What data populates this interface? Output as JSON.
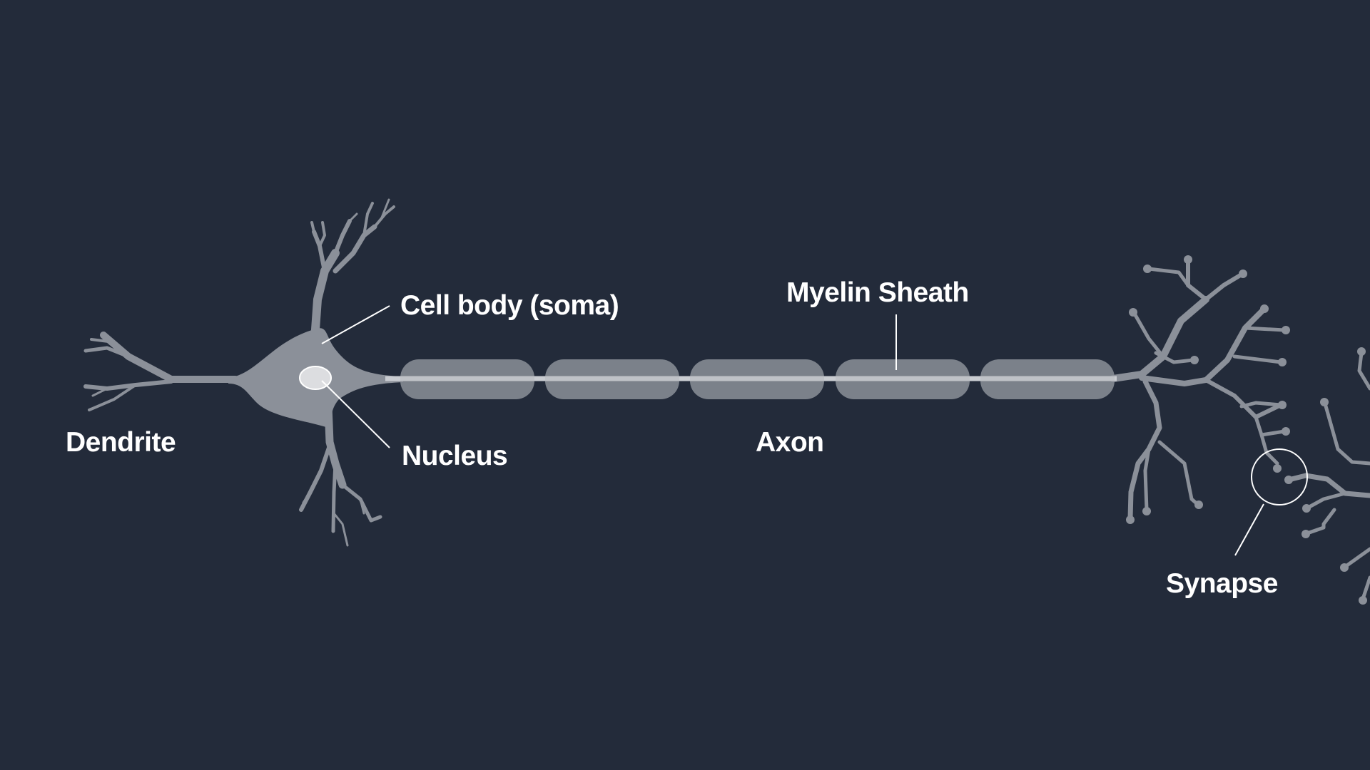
{
  "labels": {
    "dendrite": "Dendrite",
    "cell_body": "Cell body (soma)",
    "nucleus": "Nucleus",
    "myelin_sheath": "Myelin Sheath",
    "axon": "Axon",
    "synapse": "Synapse"
  },
  "colors": {
    "background": "#232b3a",
    "neuron": "#8b9099",
    "myelin": "#8b9099",
    "axon_core": "#c9ccd1",
    "nucleus": "#dcdde0",
    "pointer": "#ffffff"
  }
}
